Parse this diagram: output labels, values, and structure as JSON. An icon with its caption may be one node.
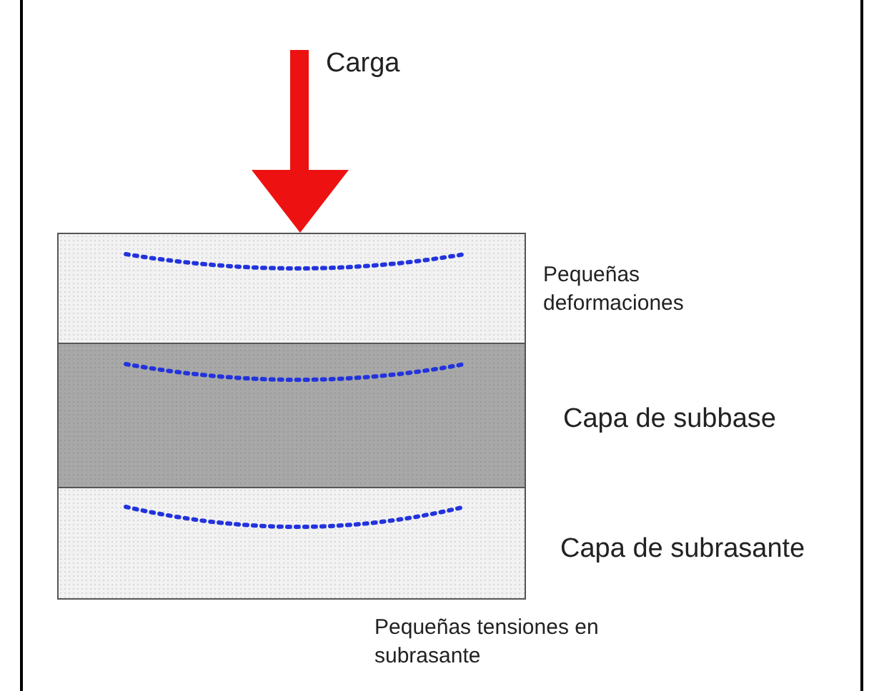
{
  "diagram": {
    "nodes": [
      {
        "text": [],
        "shape": "box",
        "beside": [
          "Pequeñas deformaciones"
        ]
      },
      {
        "text": [],
        "shape": "box",
        "beside": [
          "Capa de subbase"
        ]
      },
      {
        "text": [],
        "shape": "box",
        "beside": [
          "Capa de subrasante",
          "Pequeñas tensiones en subrasante"
        ]
      }
    ],
    "edges": [],
    "labels": [
      "Carga"
    ]
  }
}
